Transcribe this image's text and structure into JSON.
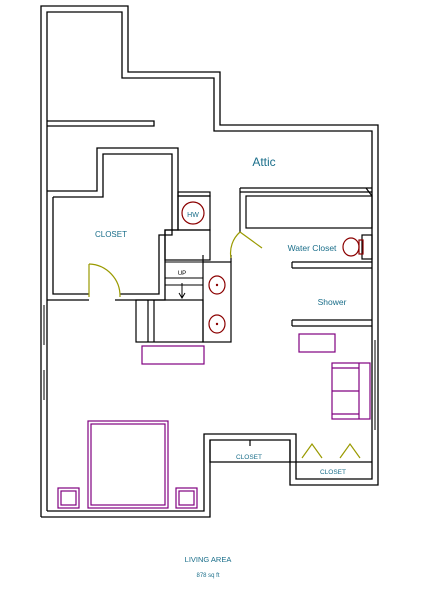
{
  "labels": {
    "attic": "Attic",
    "closet_main": "CLOSET",
    "water_closet": "Water Closet",
    "shower": "Shower",
    "closet_small_left": "CLOSET",
    "closet_small_right": "CLOSET",
    "hw": "HW",
    "stairs_up": "UP",
    "footer_title": "LIVING AREA",
    "footer_area": "878 sq ft"
  },
  "colors": {
    "wall": "#000000",
    "label": "#1a6e8a",
    "furniture": "#800080",
    "fixture": "#8b0000",
    "door": "#9a9a00"
  }
}
